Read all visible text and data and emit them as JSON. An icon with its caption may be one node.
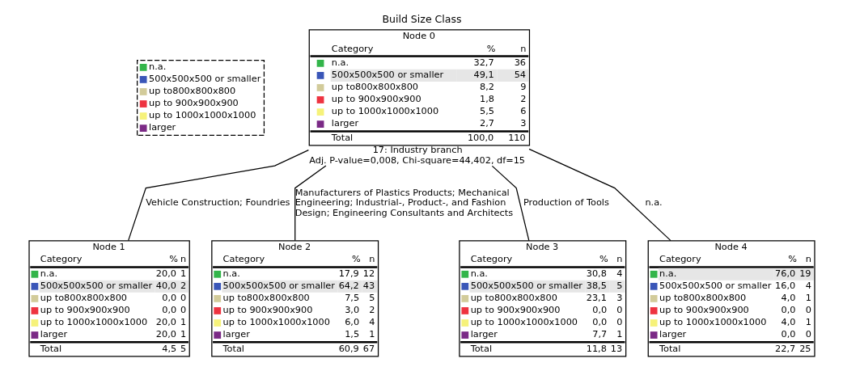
{
  "diagram": {
    "title": "Build Size Class",
    "nodes": [
      {
        "text": [
          "Node 0",
          "Category",
          "%",
          "n",
          "n.a.",
          "32,7",
          "36",
          "500x500x500 or smaller",
          "49,1",
          "54",
          "up to800x800x800",
          "8,2",
          "9",
          "up to 900x900x900",
          "1,8",
          "2",
          "up to 1000x1000x1000",
          "5,5",
          "6",
          "larger",
          "2,7",
          "3",
          "Total",
          "100,0",
          "110"
        ],
        "beside": [
          "17: Industry branch",
          "Adj. P-value=0,008, Chi-square=44,402, df=15"
        ]
      },
      {
        "text": [
          "Node 1",
          "Category",
          "%",
          "n",
          "n.a.",
          "20,0",
          "1",
          "500x500x500 or smaller",
          "40,0",
          "2",
          "up to800x800x800",
          "0,0",
          "0",
          "up to 900x900x900",
          "0,0",
          "0",
          "up to 1000x1000x1000",
          "20,0",
          "1",
          "larger",
          "20,0",
          "1",
          "Total",
          "4,5",
          "5"
        ]
      },
      {
        "text": [
          "Node 2",
          "Category",
          "%",
          "n",
          "n.a.",
          "17,9",
          "12",
          "500x500x500 or smaller",
          "64,2",
          "43",
          "up to800x800x800",
          "7,5",
          "5",
          "up to 900x900x900",
          "3,0",
          "2",
          "up to 1000x1000x1000",
          "6,0",
          "4",
          "larger",
          "1,5",
          "1",
          "Total",
          "60,9",
          "67"
        ]
      },
      {
        "text": [
          "Node 3",
          "Category",
          "%",
          "n",
          "n.a.",
          "30,8",
          "4",
          "500x500x500 or smaller",
          "38,5",
          "5",
          "up to800x800x800",
          "23,1",
          "3",
          "up to 900x900x900",
          "0,0",
          "0",
          "up to 1000x1000x1000",
          "0,0",
          "0",
          "larger",
          "7,7",
          "1",
          "Total",
          "11,8",
          "13"
        ]
      },
      {
        "text": [
          "Node 4",
          "Category",
          "%",
          "n",
          "n.a.",
          "76,0",
          "19",
          "500x500x500 or smaller",
          "16,0",
          "4",
          "up to800x800x800",
          "4,0",
          "1",
          "up to 900x900x900",
          "0,0",
          "0",
          "up to 1000x1000x1000",
          "4,0",
          "1",
          "larger",
          "0,0",
          "0",
          "Total",
          "22,7",
          "25"
        ]
      }
    ],
    "edges": [
      {
        "from": 0,
        "to": 1,
        "arrow": "none",
        "label": "Vehicle Construction; Foundries"
      },
      {
        "from": 0,
        "to": 2,
        "arrow": "none",
        "label": "Manufacturers of Plastics Products; Mechanical Engineering; Industrial-, Product-, and Fashion Design; Engineering Consultants and Architects"
      },
      {
        "from": 0,
        "to": 3,
        "arrow": "none",
        "label": "Production of Tools"
      },
      {
        "from": 0,
        "to": 4,
        "arrow": "none",
        "label": "n.a."
      }
    ],
    "legend": [
      {
        "text": "n.a.",
        "color": "#33b54a"
      },
      {
        "text": "500x500x500 or smaller",
        "color": "#3a56b8"
      },
      {
        "text": "up to800x800x800",
        "color": "#d2cb9a"
      },
      {
        "text": "up to 900x900x900",
        "color": "#ee3340"
      },
      {
        "text": "up to 1000x1000x1000",
        "color": "#f6f27a"
      },
      {
        "text": "larger",
        "color": "#7b2a86"
      }
    ]
  }
}
